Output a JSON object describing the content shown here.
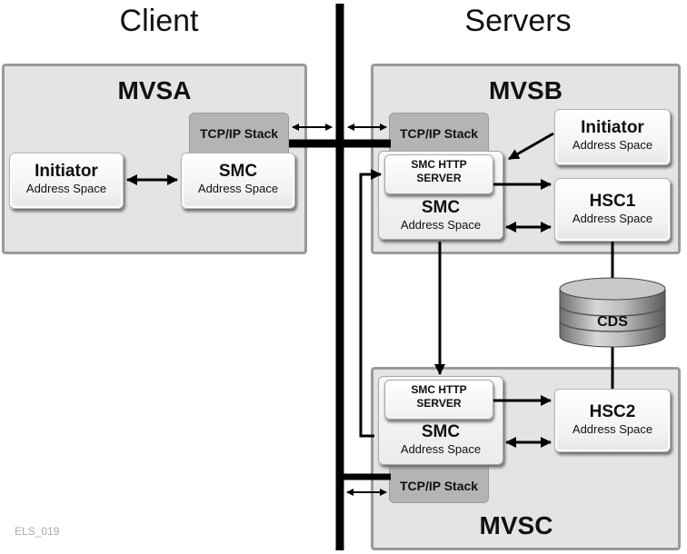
{
  "headings": {
    "client": "Client",
    "servers": "Servers"
  },
  "mvsa": {
    "title": "MVSA",
    "initiator": {
      "title": "Initiator",
      "sub": "Address Space"
    },
    "smc": {
      "title": "SMC",
      "sub": "Address Space"
    },
    "tcp": "TCP/IP Stack"
  },
  "mvsb": {
    "title": "MVSB",
    "tcp": "TCP/IP Stack",
    "http": {
      "line1": "SMC HTTP",
      "line2": "SERVER"
    },
    "smc": {
      "title": "SMC",
      "sub": "Address Space"
    },
    "initiator": {
      "title": "Initiator",
      "sub": "Address Space"
    },
    "hsc": {
      "title": "HSC1",
      "sub": "Address Space"
    }
  },
  "cds": "CDS",
  "mvsc": {
    "title": "MVSC",
    "tcp": "TCP/IP Stack",
    "http": {
      "line1": "SMC HTTP",
      "line2": "SERVER"
    },
    "smc": {
      "title": "SMC",
      "sub": "Address Space"
    },
    "hsc": {
      "title": "HSC2",
      "sub": "Address Space"
    }
  },
  "figure_id": "ELS_019"
}
